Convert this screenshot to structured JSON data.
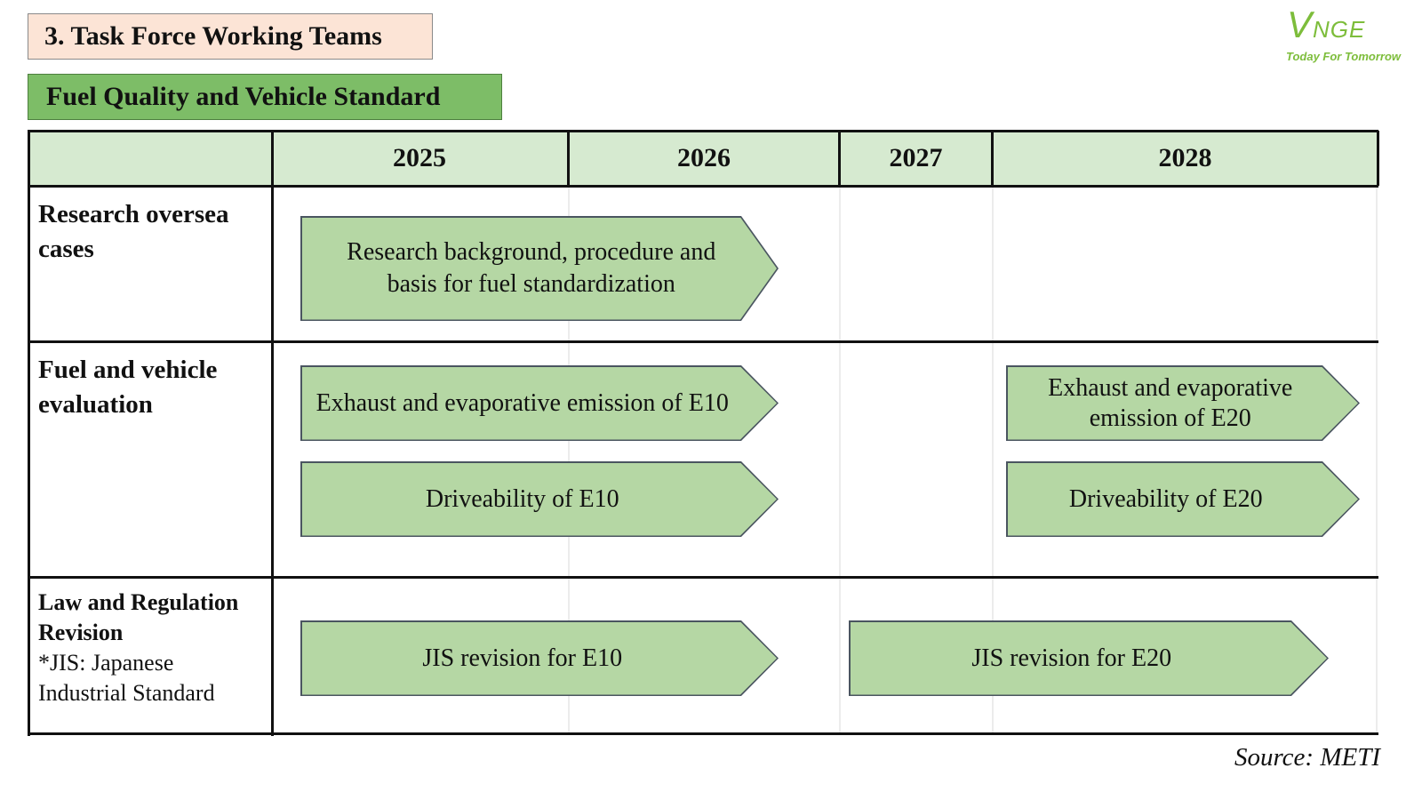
{
  "title": "3. Task Force Working Teams",
  "subtitle": "Fuel Quality and Vehicle Standard",
  "logo": {
    "mark_big": "V",
    "mark_rest": "NGE",
    "tagline": "Today For Tomorrow",
    "color": "#7dbd3b"
  },
  "years": [
    "2025",
    "2026",
    "2027",
    "2028"
  ],
  "rows": [
    {
      "label": "Research oversea cases",
      "note": ""
    },
    {
      "label": "Fuel and vehicle evaluation",
      "note": ""
    },
    {
      "label": "Law and Regulation Revision",
      "note": "*JIS: Japanese Industrial Standard"
    }
  ],
  "tasks": [
    {
      "row": 0,
      "text": "Research background, procedure and basis for fuel standardization",
      "span": "2025 – mid 2026"
    },
    {
      "row": 1,
      "text": "Exhaust and evaporative emission of E10",
      "span": "2025 – mid 2026"
    },
    {
      "row": 1,
      "text": "Driveability of E10",
      "span": "2025 – mid 2026"
    },
    {
      "row": 1,
      "text": "Exhaust and evaporative emission of E20",
      "span": "2028"
    },
    {
      "row": 1,
      "text": "Driveability of E20",
      "span": "2028"
    },
    {
      "row": 2,
      "text": "JIS revision for E10",
      "span": "2025 – mid 2026"
    },
    {
      "row": 2,
      "text": "JIS revision for E20",
      "span": "2027 – 2028"
    }
  ],
  "source": "Source: METI",
  "colors": {
    "header_fill": "#d6ead0",
    "arrow_fill": "#b5d7a4",
    "subtitle_fill": "#7dbd67",
    "title_fill": "#fce4d6"
  }
}
